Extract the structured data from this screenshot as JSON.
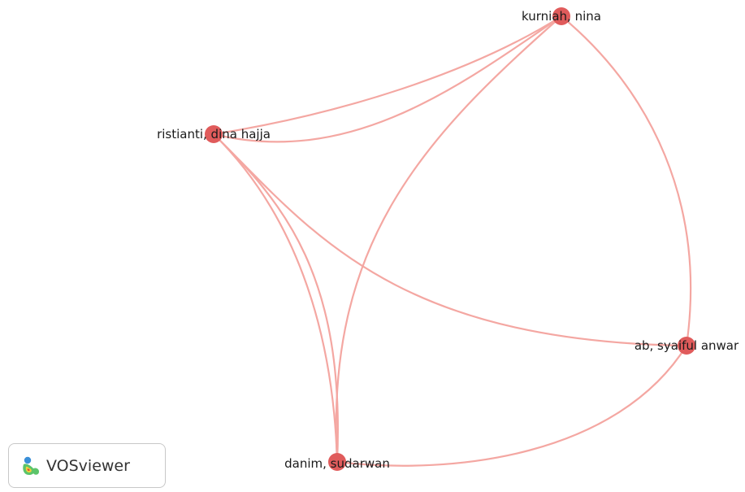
{
  "network": {
    "nodes": [
      {
        "id": "kurniah",
        "label": "kurniah, nina"
      },
      {
        "id": "ristianti",
        "label": "ristianti, dina hajja"
      },
      {
        "id": "ab",
        "label": "ab, syaiful anwar"
      },
      {
        "id": "danim",
        "label": "danim, sudarwan"
      }
    ],
    "links": [
      {
        "source": "ristianti",
        "target": "kurniah"
      },
      {
        "source": "ristianti",
        "target": "ab"
      },
      {
        "source": "ristianti",
        "target": "danim"
      },
      {
        "source": "kurniah",
        "target": "danim"
      },
      {
        "source": "kurniah",
        "target": "ab"
      },
      {
        "source": "danim",
        "target": "ab"
      }
    ],
    "colors": {
      "node": "#e05b5b",
      "edge": "#f4a7a2"
    }
  },
  "branding": {
    "name": "VOSviewer",
    "logo_icon": "vosviewer-logo-icon"
  }
}
